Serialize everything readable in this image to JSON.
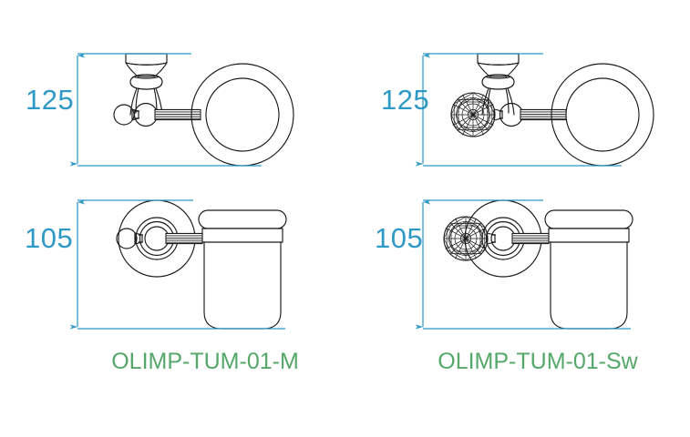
{
  "sheet": {
    "title": "OLIMP tumbler holder technical drawing",
    "background_color": "#ffffff",
    "dimension_color": "#2f99c6",
    "label_color": "#55a86a",
    "outline_color": "#1a1a1a",
    "units": "mm"
  },
  "dimensions": {
    "front_view_height": "125",
    "side_view_height": "105"
  },
  "views": [
    {
      "id": "top-left",
      "view_type": "front",
      "dimension": "125",
      "knob": "plain-ball",
      "vessel": "ring"
    },
    {
      "id": "top-right",
      "view_type": "front",
      "dimension": "125",
      "knob": "crystal-ball",
      "vessel": "ring"
    },
    {
      "id": "bottom-left",
      "view_type": "side",
      "dimension": "105",
      "knob": "plain-ball",
      "vessel": "tumbler"
    },
    {
      "id": "bottom-right",
      "view_type": "side",
      "dimension": "105",
      "knob": "crystal-ball",
      "vessel": "tumbler"
    }
  ],
  "labels": {
    "left": "OLIMP-TUM-01-M",
    "right": "OLIMP-TUM-01-Sw"
  },
  "icons": {
    "arrow_up": "arrow-up-icon",
    "arrow_down": "arrow-down-icon"
  }
}
